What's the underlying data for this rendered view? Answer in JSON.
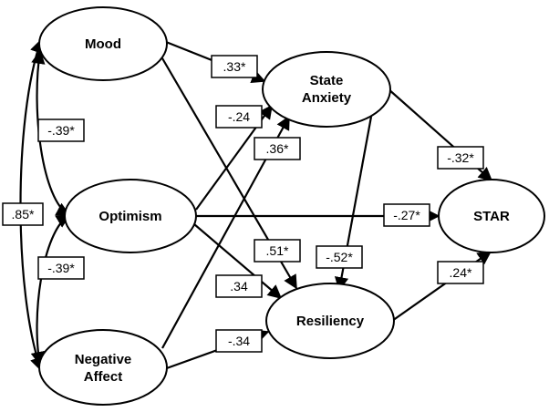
{
  "nodes": {
    "mood": "Mood",
    "optimism": "Optimism",
    "negative_affect": [
      "Negative",
      "Affect"
    ],
    "state_anxiety": [
      "State",
      "Anxiety"
    ],
    "resiliency": "Resiliency",
    "star": "STAR"
  },
  "coefficients": {
    "mood_state_anxiety": ".33*",
    "optimism_state_anxiety": "-.24",
    "negative_affect_state_anxiety": ".36*",
    "mood_resiliency": ".51*",
    "optimism_resiliency": ".34",
    "negative_affect_resiliency": "-.34",
    "state_anxiety_resiliency": "-.52*",
    "state_anxiety_star": "-.32*",
    "optimism_star": "-.27*",
    "resiliency_star": ".24*",
    "mood_optimism": "-.39*",
    "optimism_negative_affect": "-.39*",
    "mood_negative_affect": ".85*"
  },
  "colors": {
    "stroke": "#000000",
    "background": "#ffffff"
  }
}
